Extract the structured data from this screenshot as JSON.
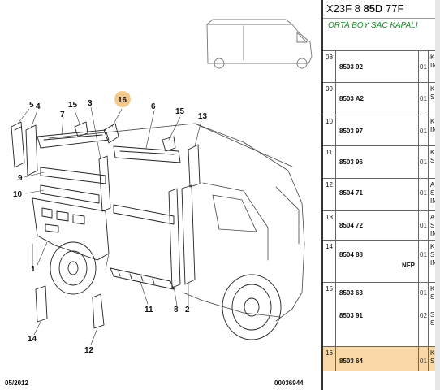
{
  "header": {
    "code_prefix": "X23F 8",
    "code_bold": "85D",
    "code_suffix": "77F",
    "subtitle": "ORTA BOY SAC KAPALI"
  },
  "diagram": {
    "callouts": [
      "1",
      "2",
      "3",
      "4",
      "5",
      "6",
      "7",
      "8",
      "9",
      "10",
      "11",
      "12",
      "13",
      "14",
      "15",
      "15",
      "16"
    ],
    "highlighted_callout": "16",
    "footer_left": "05/2012",
    "footer_right": "00036944"
  },
  "table": {
    "rows": [
      {
        "num": "08",
        "refs": [
          "8503 92"
        ],
        "qty": [
          "01"
        ],
        "desc": [
          "K",
          "IN"
        ],
        "nfp": "",
        "highlight": false
      },
      {
        "num": "09",
        "refs": [
          "8503 A2"
        ],
        "qty": [
          "01"
        ],
        "desc": [
          "K",
          "S"
        ],
        "nfp": "",
        "highlight": false
      },
      {
        "num": "10",
        "refs": [
          "8503 97"
        ],
        "qty": [
          "01"
        ],
        "desc": [
          "K",
          "IN"
        ],
        "nfp": "",
        "highlight": false
      },
      {
        "num": "11",
        "refs": [
          "8503 96"
        ],
        "qty": [
          "01"
        ],
        "desc": [
          "K",
          "S"
        ],
        "nfp": "",
        "highlight": false
      },
      {
        "num": "12",
        "refs": [
          "8504 71"
        ],
        "qty": [
          "01"
        ],
        "desc": [
          "A",
          "S",
          "IN"
        ],
        "nfp": "",
        "highlight": false
      },
      {
        "num": "13",
        "refs": [
          "8504 72"
        ],
        "qty": [
          "01"
        ],
        "desc": [
          "A",
          "S",
          "IN"
        ],
        "nfp": "",
        "highlight": false
      },
      {
        "num": "14",
        "refs": [
          "8504 88"
        ],
        "qty": [
          "01"
        ],
        "desc": [
          "K",
          "S",
          "IN"
        ],
        "nfp": "NFP",
        "highlight": false
      },
      {
        "num": "15",
        "refs": [
          "8503 63",
          "8503 91"
        ],
        "qty": [
          "01",
          "02"
        ],
        "desc": [
          "K",
          "S",
          "S",
          "S"
        ],
        "nfp": "",
        "highlight": false
      },
      {
        "num": "16",
        "refs": [
          "8503 64"
        ],
        "qty": [
          "01"
        ],
        "desc": [
          "K",
          "S"
        ],
        "nfp": "",
        "highlight": true
      }
    ]
  },
  "colors": {
    "subtitle": "#1a8a2a",
    "highlight_row": "#f7d8a6",
    "highlight_callout": "#f2c98a"
  }
}
